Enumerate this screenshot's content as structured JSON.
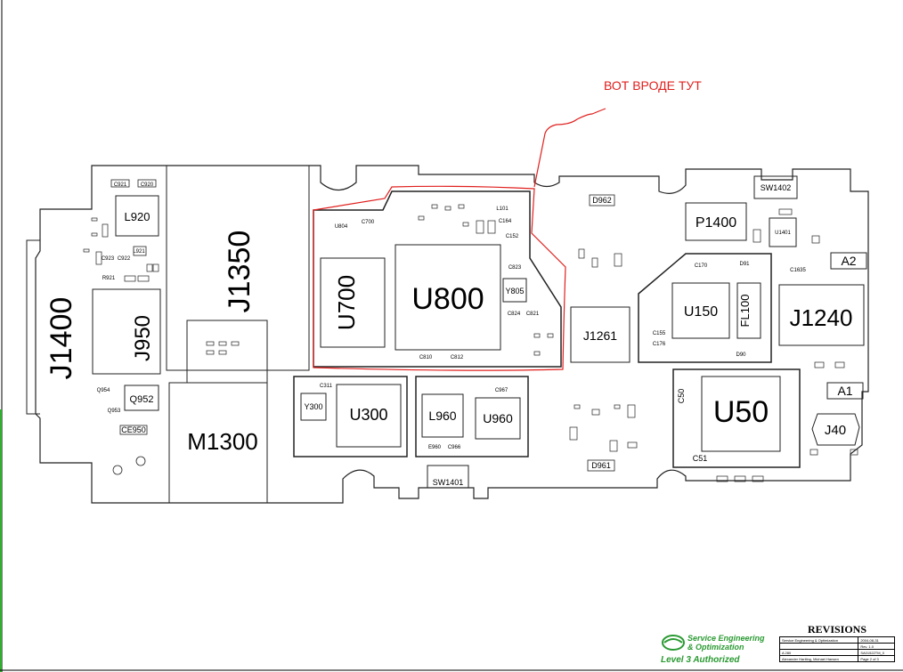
{
  "annotation": {
    "text": "ВОТ ВРОДЕ ТУТ",
    "color": "#e0201e"
  },
  "board": {
    "major_labels": {
      "j1400": "J1400",
      "j1350": "J1350",
      "j950": "J950",
      "m1300": "M1300",
      "u700": "U700",
      "u800": "U800",
      "u300": "U300",
      "u960": "U960",
      "l960": "L960",
      "j1261": "J1261",
      "u150": "U150",
      "fl100": "FL100",
      "u50": "U50",
      "j1240": "J1240",
      "p1400": "P1400",
      "j40": "J40",
      "a1": "A1",
      "a2": "A2",
      "l920": "L920",
      "q952": "Q952",
      "sw1402": "SW1402",
      "sw1401": "SW1401",
      "d962": "D962",
      "d961": "D961",
      "y300": "Y300",
      "y805": "Y805",
      "u1401": "U1401",
      "c50": "C50",
      "c51": "C51",
      "ce950": "CE950"
    },
    "small_labels": {
      "c921": "C921",
      "c920": "C920",
      "c923": "C923",
      "c922": "C922",
      "l921": "L921",
      "r921": "R921",
      "c311": "C311",
      "c967": "C967",
      "c152": "C152",
      "c164": "C164",
      "c823": "C823",
      "c824": "C824",
      "c821": "C821",
      "c810": "C810",
      "c812": "C812",
      "c170": "C170",
      "c155": "C155",
      "c176": "C176",
      "c1635": "C1635",
      "d90": "D90",
      "d91": "D91",
      "l101": "L101",
      "u804": "U804",
      "c700": "C700",
      "q954": "Q954",
      "q953": "Q953",
      "e960": "E960",
      "c966": "C966"
    }
  },
  "revisions": {
    "title": "REVISIONS",
    "rows": [
      [
        "Service Engineering & Optimization",
        "2004-08-31"
      ],
      [
        "",
        "Rev. 1.0"
      ],
      [
        "A 280",
        "SA01522TM_0"
      ],
      [
        "Alexander Hartling, Michael Hansen",
        "Page 2 of 3"
      ]
    ]
  },
  "logo": {
    "line1": "Service Engineering",
    "line2": "& Optimization",
    "line3": "Level 3 Authorized"
  },
  "colors": {
    "board_outline": "#222222",
    "annotation": "#e0201e",
    "logo": "#2a9a32",
    "left_edge": "#2bb12b"
  }
}
